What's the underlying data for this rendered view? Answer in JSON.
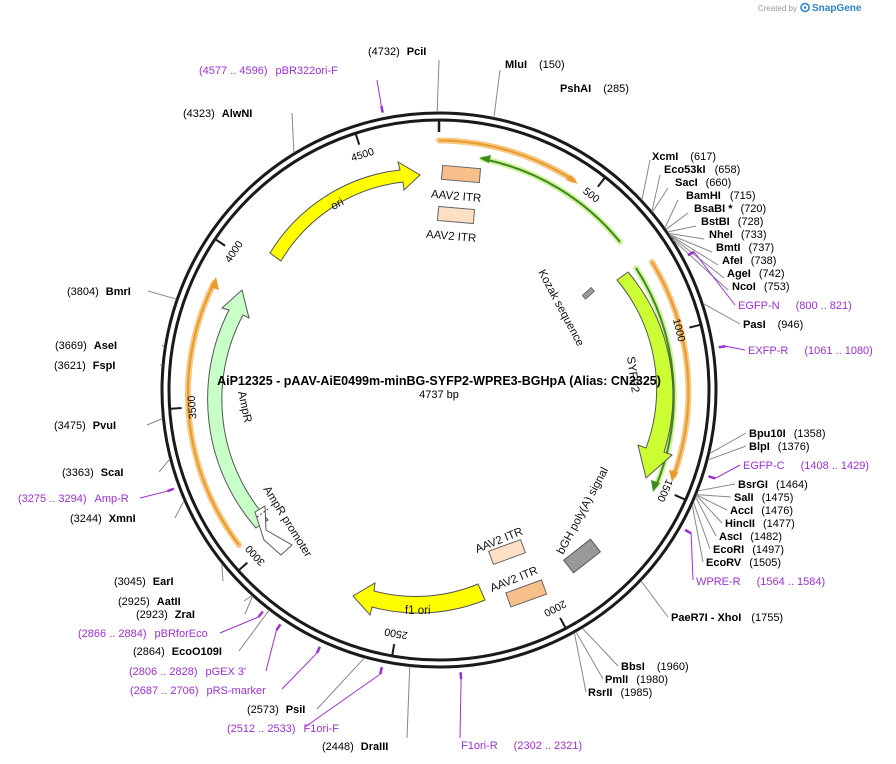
{
  "app": {
    "credit_prefix": "Created by",
    "brand": "SnapGene"
  },
  "plasmid": {
    "title": "AiP12325 - pAAV-AiE0499m-minBG-SYFP2-WPRE3-BGHpA (Alias: CN2325)",
    "length_label": "4737 bp",
    "length": 4737
  },
  "ticks": [
    {
      "pos": 500,
      "label": "500"
    },
    {
      "pos": 1000,
      "label": "1000"
    },
    {
      "pos": 1500,
      "label": "1500"
    },
    {
      "pos": 2000,
      "label": "2000"
    },
    {
      "pos": 2500,
      "label": "2500"
    },
    {
      "pos": 3000,
      "label": "3000"
    },
    {
      "pos": 3500,
      "label": "3500"
    },
    {
      "pos": 4000,
      "label": "4000"
    },
    {
      "pos": 4500,
      "label": "4500"
    }
  ],
  "enzymes": [
    {
      "name": "PciI",
      "pos_label": "(4732)",
      "pos": 4732
    },
    {
      "name": "MluI",
      "pos_label": "(150)",
      "pos": 150
    },
    {
      "name": "PshAI",
      "pos_label": "(285)",
      "pos": 285
    },
    {
      "name": "XcmI",
      "pos_label": "(617)",
      "pos": 617
    },
    {
      "name": "Eco53kI",
      "pos_label": "(658)",
      "pos": 658
    },
    {
      "name": "SacI",
      "pos_label": "(660)",
      "pos": 660
    },
    {
      "name": "BamHI",
      "pos_label": "(715)",
      "pos": 715
    },
    {
      "name": "BsaBI *",
      "pos_label": "(720)",
      "pos": 720
    },
    {
      "name": "BstBI",
      "pos_label": "(728)",
      "pos": 728
    },
    {
      "name": "NheI",
      "pos_label": "(733)",
      "pos": 733
    },
    {
      "name": "BmtI",
      "pos_label": "(737)",
      "pos": 737
    },
    {
      "name": "AfeI",
      "pos_label": "(738)",
      "pos": 738
    },
    {
      "name": "AgeI",
      "pos_label": "(742)",
      "pos": 742
    },
    {
      "name": "NcoI",
      "pos_label": "(753)",
      "pos": 753
    },
    {
      "name": "PasI",
      "pos_label": "(946)",
      "pos": 946
    },
    {
      "name": "Bpu10I",
      "pos_label": "(1358)",
      "pos": 1358
    },
    {
      "name": "BlpI",
      "pos_label": "(1376)",
      "pos": 1376
    },
    {
      "name": "BsrGI",
      "pos_label": "(1464)",
      "pos": 1464
    },
    {
      "name": "SalI",
      "pos_label": "(1475)",
      "pos": 1475
    },
    {
      "name": "AccI",
      "pos_label": "(1476)",
      "pos": 1476
    },
    {
      "name": "HincII",
      "pos_label": "(1477)",
      "pos": 1477
    },
    {
      "name": "AscI",
      "pos_label": "(1482)",
      "pos": 1482
    },
    {
      "name": "EcoRI",
      "pos_label": "(1497)",
      "pos": 1497
    },
    {
      "name": "EcoRV",
      "pos_label": "(1505)",
      "pos": 1505
    },
    {
      "name": "PaeR7I - XhoI",
      "pos_label": "(1755)",
      "pos": 1755
    },
    {
      "name": "BbsI",
      "pos_label": "(1960)",
      "pos": 1960
    },
    {
      "name": "PmlI",
      "pos_label": "(1980)",
      "pos": 1980
    },
    {
      "name": "RsrII",
      "pos_label": "(1985)",
      "pos": 1985
    },
    {
      "name": "DraIII",
      "pos_label": "(2448)",
      "pos": 2448
    },
    {
      "name": "PsiI",
      "pos_label": "(2573)",
      "pos": 2573
    },
    {
      "name": "EcoO109I",
      "pos_label": "(2864)",
      "pos": 2864
    },
    {
      "name": "ZraI",
      "pos_label": "(2923)",
      "pos": 2923
    },
    {
      "name": "AatII",
      "pos_label": "(2925)",
      "pos": 2925
    },
    {
      "name": "EarI",
      "pos_label": "(3045)",
      "pos": 3045
    },
    {
      "name": "XmnI",
      "pos_label": "(3244)",
      "pos": 3244
    },
    {
      "name": "ScaI",
      "pos_label": "(3363)",
      "pos": 3363
    },
    {
      "name": "PvuI",
      "pos_label": "(3475)",
      "pos": 3475
    },
    {
      "name": "FspI",
      "pos_label": "(3621)",
      "pos": 3621
    },
    {
      "name": "AseI",
      "pos_label": "(3669)",
      "pos": 3669
    },
    {
      "name": "BmrI",
      "pos_label": "(3804)",
      "pos": 3804
    },
    {
      "name": "AlwNI",
      "pos_label": "(4323)",
      "pos": 4323
    }
  ],
  "primers": [
    {
      "name": "pBR322ori-F",
      "range": "(4577 .. 4596)",
      "pos": 4586
    },
    {
      "name": "EGFP-N",
      "range": "(800 .. 821)",
      "pos": 810
    },
    {
      "name": "EXFP-R",
      "range": "(1061 .. 1080)",
      "pos": 1070
    },
    {
      "name": "EGFP-C",
      "range": "(1408 .. 1429)",
      "pos": 1418
    },
    {
      "name": "WPRE-R",
      "range": "(1564 .. 1584)",
      "pos": 1574
    },
    {
      "name": "F1ori-R",
      "range": "(2302 .. 2321)",
      "pos": 2311
    },
    {
      "name": "F1ori-F",
      "range": "(2512 .. 2533)",
      "pos": 2522
    },
    {
      "name": "pRS-marker",
      "range": "(2687 .. 2706)",
      "pos": 2696
    },
    {
      "name": "pGEX 3'",
      "range": "(2806 .. 2828)",
      "pos": 2817
    },
    {
      "name": "pBRforEco",
      "range": "(2866 .. 2884)",
      "pos": 2875
    },
    {
      "name": "Amp-R",
      "range": "(3275 .. 3294)",
      "pos": 3284
    }
  ],
  "features": [
    {
      "name": "AAV2 ITR",
      "type": "box"
    },
    {
      "name": "AAV2 ITR",
      "type": "box"
    },
    {
      "name": "ori",
      "type": "arrow"
    },
    {
      "name": "Kozak sequence",
      "type": "small"
    },
    {
      "name": "SYFP2",
      "type": "arrow"
    },
    {
      "name": "bGH poly(A) signal",
      "type": "box"
    },
    {
      "name": "AAV2 ITR",
      "type": "box"
    },
    {
      "name": "AAV2 ITR",
      "type": "box"
    },
    {
      "name": "f1 ori",
      "type": "arrow"
    },
    {
      "name": "AmpR",
      "type": "arrow"
    },
    {
      "name": "AmpR promoter",
      "type": "arrow"
    }
  ],
  "colors": {
    "backbone": "#1a1a1a",
    "ori": "#ffff00",
    "f1ori": "#ffff00",
    "syfp2": "#ccff33",
    "ampr": "#c8ffc8",
    "itr_dark": "#f7c08a",
    "itr_light": "#fde0c4",
    "polyA": "#999999",
    "orf_orange": "#e89a2b",
    "orf_green": "#3a8c1a",
    "primer": "#9b30d0"
  }
}
